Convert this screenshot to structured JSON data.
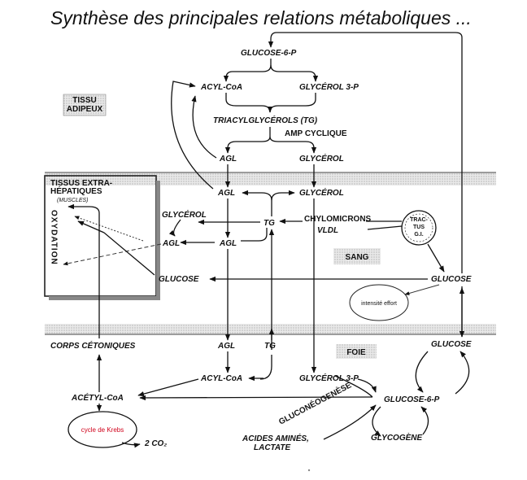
{
  "title": "Synthèse des principales relations métaboliques ...",
  "zones": {
    "tissu_adipeux": [
      "TISSU",
      "ADIPEUX"
    ],
    "tissus_extra": [
      "TISSUS EXTRA-",
      "HÉPATIQUES"
    ],
    "muscles": "(MUSCLES)",
    "oxydation": "OXYDATION",
    "sang": "SANG",
    "foie": "FOIE",
    "tractus": [
      "TRAC-",
      "TUS",
      "G.I."
    ]
  },
  "nodes": {
    "glucose6p_top": "GLUCOSE-6-P",
    "acylcoa_top": "ACYL-CoA",
    "glycerol3p_top": "GLYCÉROL 3-P",
    "triacylglycerols": "TRIACYLGLYCÉROLS (TG)",
    "amp_cyclique": "AMP CYCLIQUE",
    "agl_adipeux": "AGL",
    "glycerol_adipeux": "GLYCÉROL",
    "agl_blood": "AGL",
    "glycerol_blood": "GLYCÉROL",
    "glycerol_muscle": "GLYCÉROL",
    "tg_blood": "TG",
    "chylomicrons": "CHYLOMICRONS",
    "vldl": "VLDL",
    "agl_muscle": "AGL",
    "agl_blood2": "AGL",
    "glucose_muscle": "GLUCOSE",
    "glucose_blood": "GLUCOSE",
    "intensite_effort": "intensité effort",
    "corps_cetoniques": "CORPS CÉTONIQUES",
    "agl_foie": "AGL",
    "tg_foie": "TG",
    "glucose_foie": "GLUCOSE",
    "acylcoa_foie": "ACYL-CoA",
    "glycerol3p_foie": "GLYCÉROL 3-P",
    "acetylcoa": "ACÉTYL-CoA",
    "glucose6p_foie": "GLUCOSE-6-P",
    "cycle_krebs": "cycle de Krebs",
    "co2": "2 CO₂",
    "neoglucogenese": "GLUCONÉOGENÈSE",
    "acides_amines": [
      "ACIDES AMINÉS,",
      "LACTATE"
    ],
    "glycogene": "GLYCOGÈNE"
  }
}
